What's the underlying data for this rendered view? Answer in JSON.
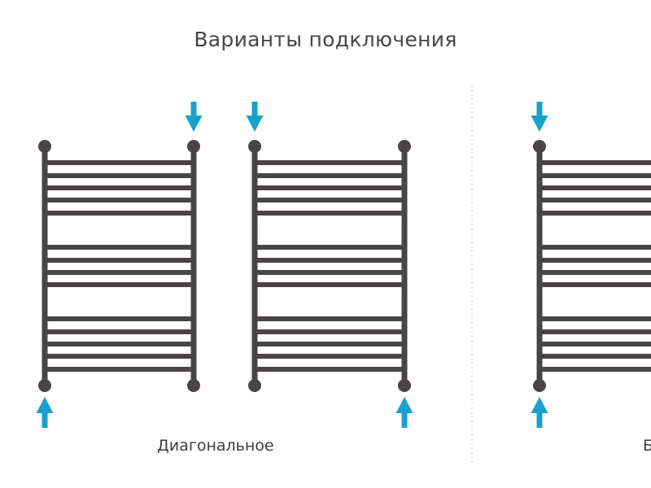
{
  "title": "Варианты подключения",
  "labels": {
    "diagonal": "Диагональное",
    "side_cut": "Б"
  },
  "colors": {
    "radiator": "#4a4545",
    "arrow": "#1aa0cd",
    "divider": "#c8c8c8",
    "text": "#454545"
  },
  "diagram": {
    "radiators": [
      {
        "name": "diagonal-left",
        "inlet": "top-right",
        "outlet": "bottom-left"
      },
      {
        "name": "diagonal-right",
        "inlet": "top-left",
        "outlet": "bottom-right"
      },
      {
        "name": "side",
        "inlet": "top-left",
        "outlet": "bottom-left"
      }
    ],
    "bar_groups": [
      5,
      4,
      5
    ]
  }
}
